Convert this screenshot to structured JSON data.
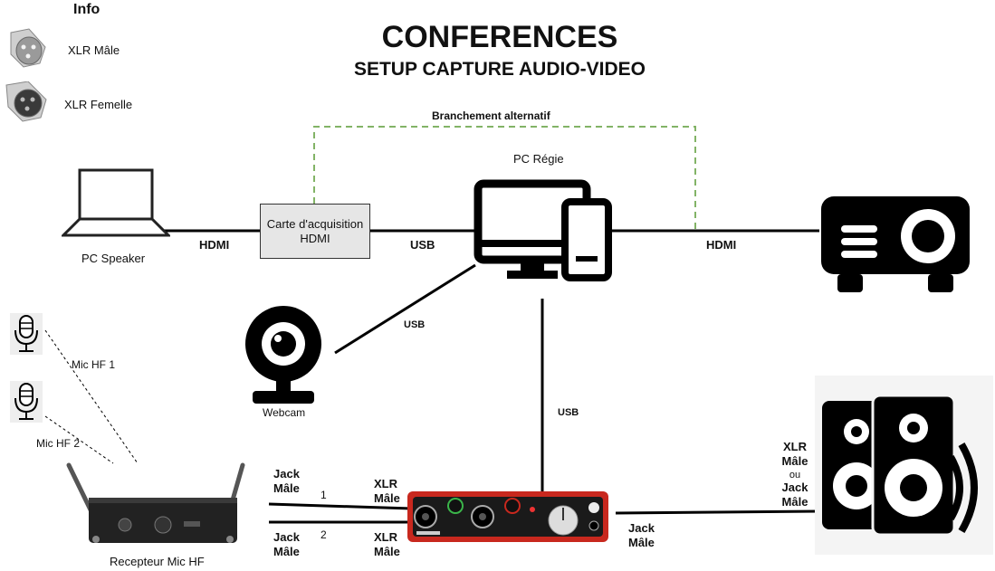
{
  "title": "CONFERENCES",
  "subtitle": "SETUP CAPTURE AUDIO-VIDEO",
  "info": {
    "heading": "Info",
    "xlr_male": "XLR Mâle",
    "xlr_female": "XLR Femelle"
  },
  "nodes": {
    "pc_speaker": "PC Speaker",
    "capture_card": "Carte d'acquisition HDMI",
    "pc_regie": "PC Régie",
    "webcam": "Webcam",
    "receiver": "Recepteur Mic HF",
    "mic1": "Mic HF 1",
    "mic2": "Mic HF 2",
    "branch_alt": "Branchement alternatif"
  },
  "links": {
    "hdmi_left": "HDMI",
    "usb_card": "USB",
    "hdmi_right": "HDMI",
    "usb_webcam": "USB",
    "usb_interface": "USB",
    "jack_male_1": "Jack Mâle",
    "jack_male_2": "Jack Mâle",
    "num_1": "1",
    "num_2": "2",
    "xlr_male_1": "XLR Mâle",
    "xlr_male_2": "XLR Mâle",
    "jack_male_out": "Jack Mâle",
    "speaker_xlr": "XLR Mâle",
    "speaker_ou": "ou",
    "speaker_jack": "Jack Mâle"
  },
  "colors": {
    "alt_dash": "#82b366",
    "interface_red": "#c8281e",
    "card_fill": "#e6e6e6"
  }
}
